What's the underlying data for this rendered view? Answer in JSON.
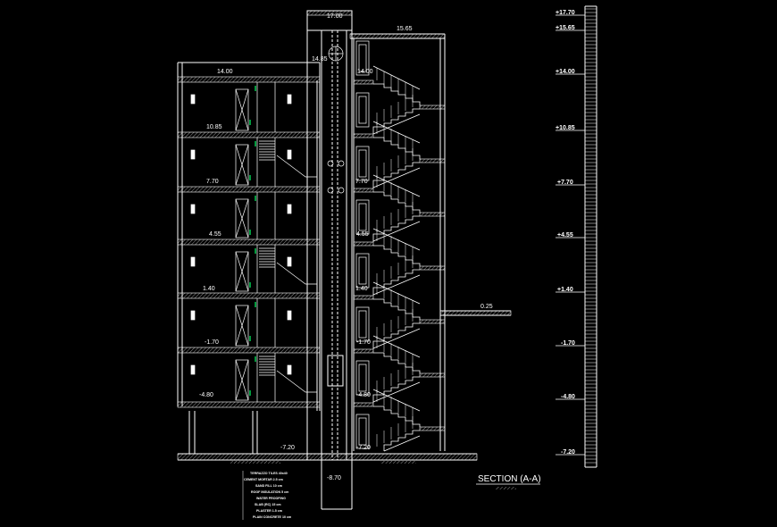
{
  "drawing": {
    "title": "SECTION (A-A)",
    "scale_note": "",
    "level_labels": {
      "lift_top": "17.00",
      "stair_top": "15.65",
      "lift_mid": "14.85",
      "roof": "14.00",
      "stair_roof": "14.00",
      "floor5": "10.85",
      "floor4": "7.70",
      "floor4_stair": "7.70",
      "floor3": "4.55",
      "floor3_stair": "4.55",
      "floor2": "1.40",
      "floor2_stair": "1.40",
      "floor1": "-1.70",
      "floor1_stair": "-1.70",
      "floor0": "-4.80",
      "floor0_stair": "-4.80",
      "basement": "-7.20",
      "basement_stair": "-7.20",
      "pit": "-8.70",
      "ground": "0.25"
    },
    "spec_notes": [
      "TERRAZZO TILES 40x40",
      "CEMENT MORTAR 2.5 cm",
      "SAND FILL 10 cm",
      "ROOF INSULATION 5 cm",
      "WATER PROOFING",
      "SLAB (RC) 15 cm",
      "PLASTER 1.5 cm",
      "PLAIN CONCRETE 10 cm"
    ],
    "elevation_scale": [
      "+17.70",
      "+15.65",
      "+14.00",
      "+10.85",
      "+7.70",
      "+4.55",
      "+1.40",
      "-1.70",
      "-4.80",
      "-7.20"
    ]
  },
  "colors": {
    "line": "#ffffff",
    "glass": "#00ff66",
    "background": "#000000"
  }
}
